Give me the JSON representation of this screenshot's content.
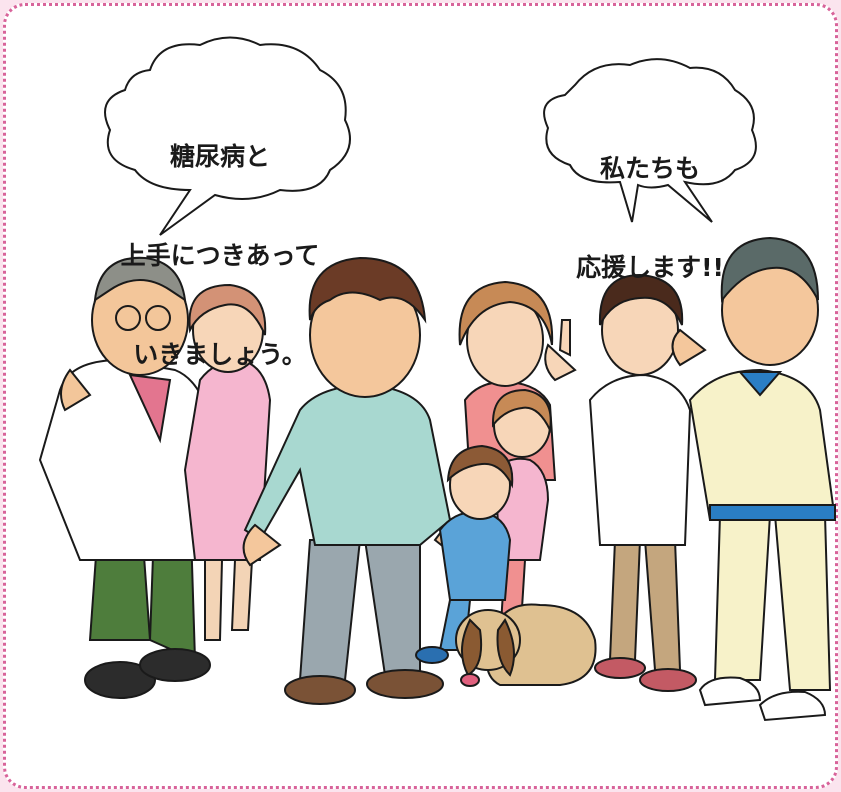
{
  "speech_bubbles": {
    "doctor": [
      "糖尿病と",
      "上手につきあって",
      "いきましょう。"
    ],
    "staff": [
      "私たちも",
      "応援します!!"
    ]
  },
  "colors": {
    "frame_border": "#d8639a",
    "frame_bg": "#fbe4ee",
    "doctor_pants": "#4e7d3c",
    "nurse_dress": "#f5b6cf",
    "patient_shirt": "#a8d8d0",
    "patient_pants": "#9aa7ae",
    "mother_sweater": "#f09090",
    "child_sweater": "#5aa3d8",
    "dog": "#dfc191",
    "female_doctor_pants": "#c4a67e",
    "trainer_suit": "#f7f2c9",
    "trainer_stripe": "#2a7ec4"
  },
  "characters": [
    "doctor",
    "nurse",
    "patient",
    "mother",
    "girl",
    "boy",
    "dog",
    "female-doctor",
    "trainer"
  ]
}
